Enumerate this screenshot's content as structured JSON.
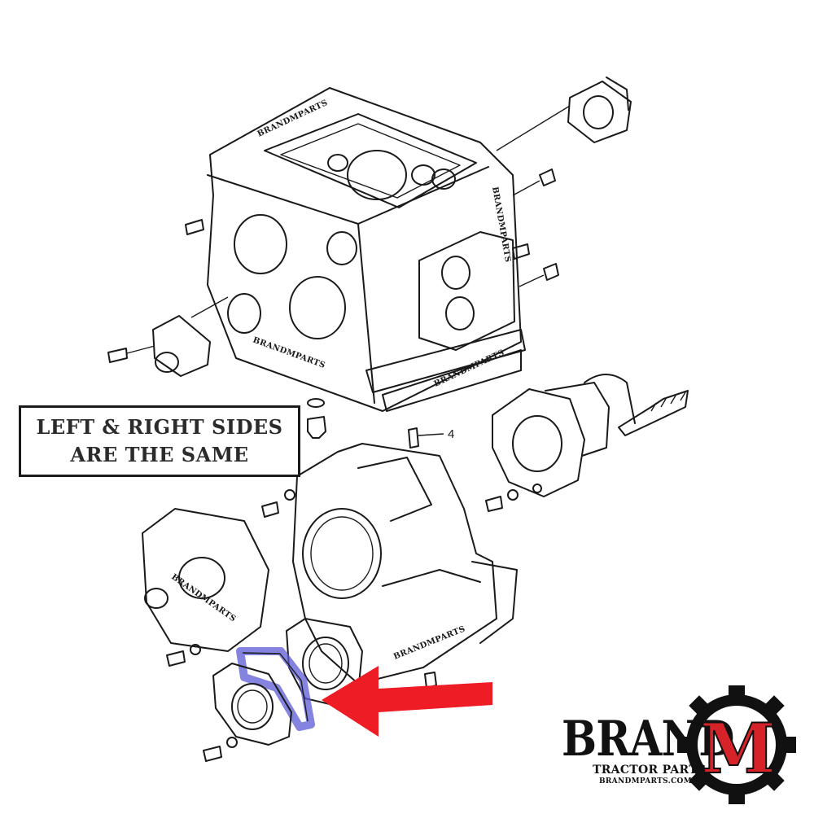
{
  "notice": {
    "line1": "LEFT & RIGHT SIDES",
    "line2": "ARE THE SAME"
  },
  "callout_number": "4",
  "watermark_text": "BRANDMPARTS",
  "logo": {
    "word": "BRAND",
    "letter": "M",
    "tagline": "TRACTOR PARTS",
    "url": "BRANDMPARTS.COM"
  },
  "colors": {
    "line_art": "#1a1a1a",
    "arrow": "#ee1c24",
    "highlight": "#5b5bd6",
    "logo_red": "#d6232a"
  }
}
